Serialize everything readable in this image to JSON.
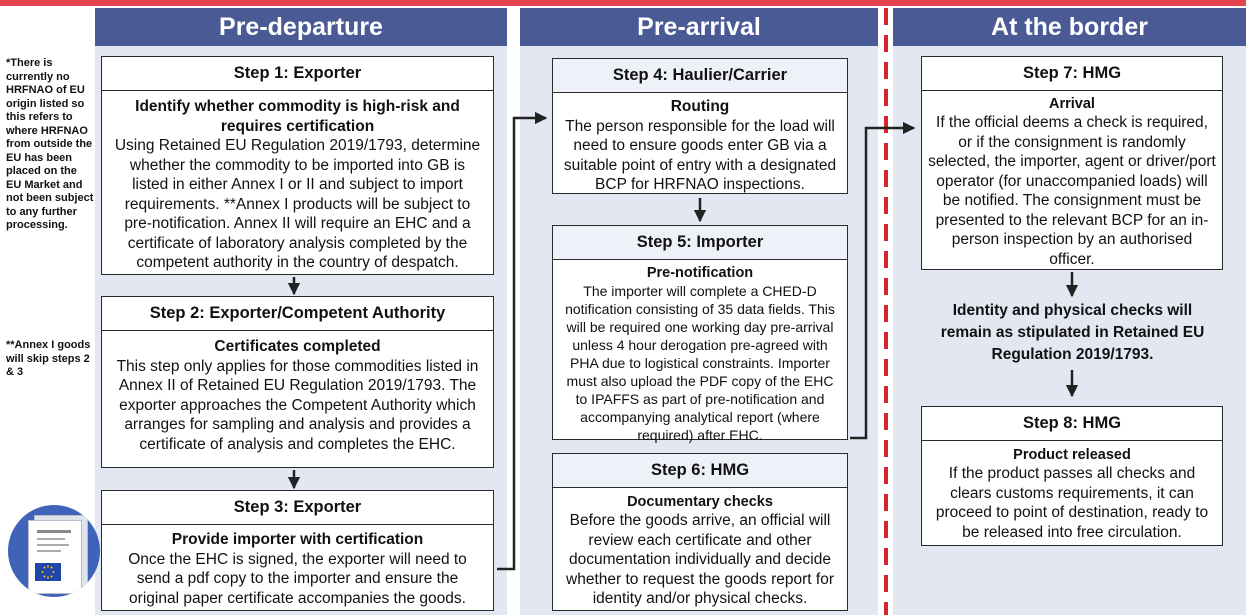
{
  "columns": [
    {
      "title": "Pre-departure"
    },
    {
      "title": "Pre-arrival"
    },
    {
      "title": "At the border"
    }
  ],
  "notes": {
    "note1": "*There is currently no HRFNAO of EU origin listed so this refers to where HRFNAO from outside the EU has been placed on the EU Market and not been subject to any further processing.",
    "note2": "**Annex I goods will skip steps 2 & 3"
  },
  "steps": {
    "step1": {
      "title": "Step 1: Exporter",
      "subtitle": "Identify whether commodity is high-risk and requires certification",
      "body": "Using Retained EU Regulation 2019/1793, determine whether the commodity to be imported into GB is listed in either Annex I or II and subject to import requirements.  **Annex I products will be subject to pre-notification. Annex II will require an EHC and a certificate of laboratory analysis completed by the competent authority in the country of despatch."
    },
    "step2": {
      "title": "Step 2: Exporter/Competent Authority",
      "subtitle": "Certificates completed",
      "body": "This step only applies for those commodities listed in Annex II of Retained EU Regulation 2019/1793.  The exporter approaches the Competent Authority which arranges for sampling and analysis and provides a certificate of analysis and completes the EHC."
    },
    "step3": {
      "title": "Step 3: Exporter",
      "subtitle": "Provide importer with certification",
      "body": "Once the EHC is signed, the exporter will need to send a pdf copy to the importer and ensure the original paper certificate accompanies the goods."
    },
    "step4": {
      "title": "Step 4: Haulier/Carrier",
      "subtitle": "Routing",
      "body": "The person responsible for the load will need to ensure goods enter GB via a suitable point of entry with a designated BCP for HRFNAO inspections."
    },
    "step5": {
      "title": "Step 5: Importer",
      "subtitle": "Pre-notification",
      "body": "The importer will complete a CHED-D notification consisting of 35 data fields. This will be required one working day pre-arrival unless 4 hour derogation pre-agreed with PHA due to logistical constraints. Importer must also upload the PDF copy of the EHC to IPAFFS as part of pre-notification and accompanying analytical report (where required) after EHC."
    },
    "step6": {
      "title": "Step 6: HMG",
      "subtitle": "Documentary checks",
      "body": "Before the goods arrive, an official  will review each certificate and other documentation individually and decide whether to request the goods report for identity and/or physical checks."
    },
    "step7": {
      "title": "Step 7: HMG",
      "subtitle": "Arrival",
      "body": "If the official deems a check is required, or if the consignment is randomly selected,  the importer, agent or driver/port operator (for unaccompanied loads) will be notified. The consignment must be presented to the relevant BCP for an in-person inspection by an authorised officer."
    },
    "step8": {
      "title": "Step 8: HMG",
      "subtitle": "Product released",
      "body": "If the product passes all checks and clears customs requirements, it can proceed to point of destination, ready to be released into free circulation."
    }
  },
  "identity_checks": "Identity and physical checks will remain as stipulated in Retained EU Regulation 2019/1793.",
  "colors": {
    "header": "#4a5a94",
    "column_bg": "#e3e7f2",
    "border_line": "#d9232e",
    "step_header": "#eef1f8"
  },
  "icons": [
    "certificate-document-icon",
    "eu-flag-icon"
  ]
}
